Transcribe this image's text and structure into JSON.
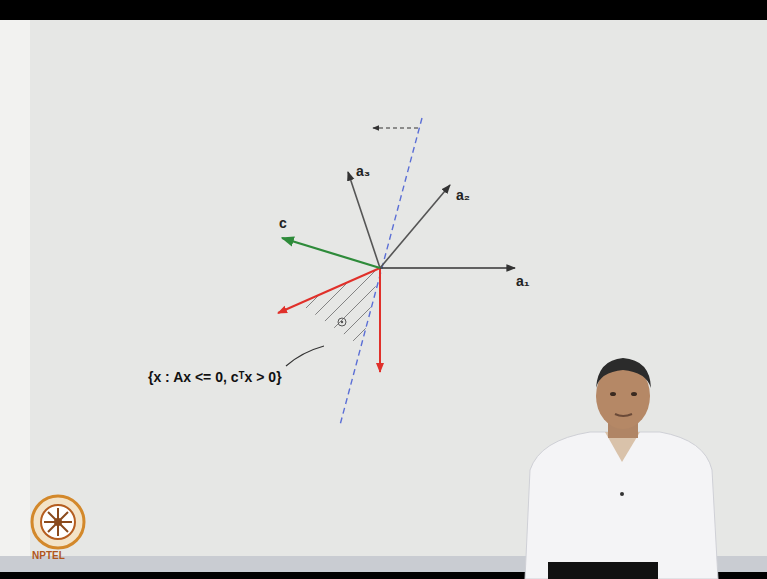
{
  "diagram": {
    "labels": [
      "a₃",
      "a₂",
      "a₁",
      "c",
      "{x : Ax <= 0, cᵀx > 0}",
      "NPTEL"
    ]
  }
}
